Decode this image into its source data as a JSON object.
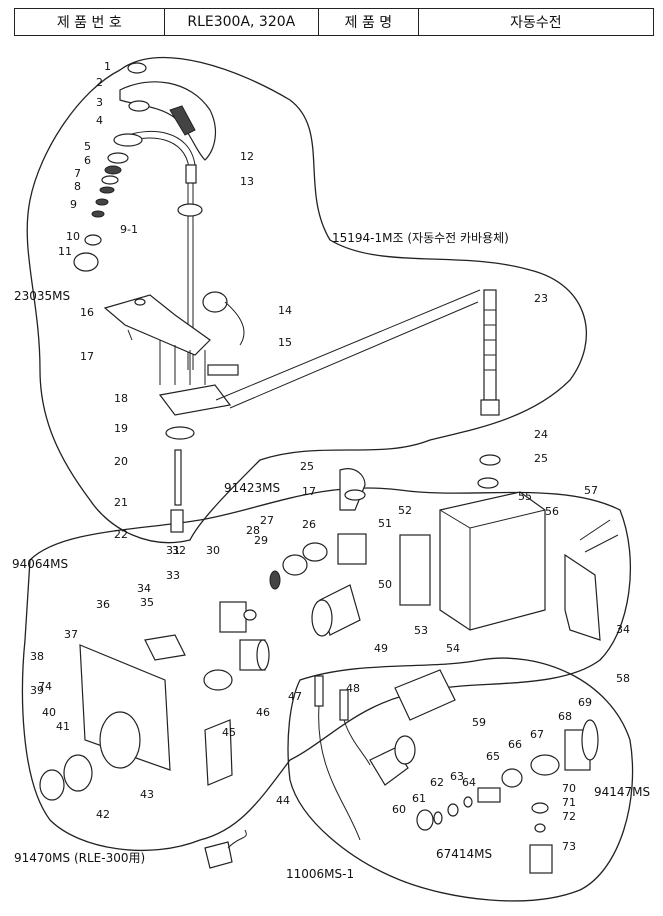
{
  "header": {
    "label_part_no": "제 품 번 호",
    "model": "RLE300A, 320A",
    "label_product_name": "제 품 명",
    "product_name": "자동수전"
  },
  "annotations": {
    "a_15194": "15194-1M조 (자동수전 카바용체)",
    "a_23035": "23035MS",
    "a_91423": "91423MS",
    "a_94064": "94064MS",
    "a_91470": "91470MS (RLE-300用)",
    "a_11006": "11006MS-1",
    "a_67414": "67414MS",
    "a_94147": "94147MS"
  },
  "part_numbers": [
    "1",
    "2",
    "3",
    "4",
    "5",
    "6",
    "7",
    "8",
    "9",
    "9-1",
    "10",
    "11",
    "12",
    "13",
    "14",
    "15",
    "16",
    "17",
    "18",
    "19",
    "20",
    "21",
    "22",
    "23",
    "24",
    "25",
    "25",
    "17",
    "26",
    "27",
    "28",
    "29",
    "30",
    "31",
    "32",
    "33",
    "34",
    "35",
    "36",
    "37",
    "38",
    "39",
    "40",
    "41",
    "42",
    "43",
    "44",
    "45",
    "46",
    "47",
    "48",
    "49",
    "50",
    "51",
    "52",
    "53",
    "54",
    "55",
    "56",
    "57",
    "34",
    "58",
    "59",
    "60",
    "61",
    "62",
    "63",
    "64",
    "65",
    "66",
    "67",
    "68",
    "69",
    "70",
    "71",
    "72",
    "73",
    "74"
  ]
}
